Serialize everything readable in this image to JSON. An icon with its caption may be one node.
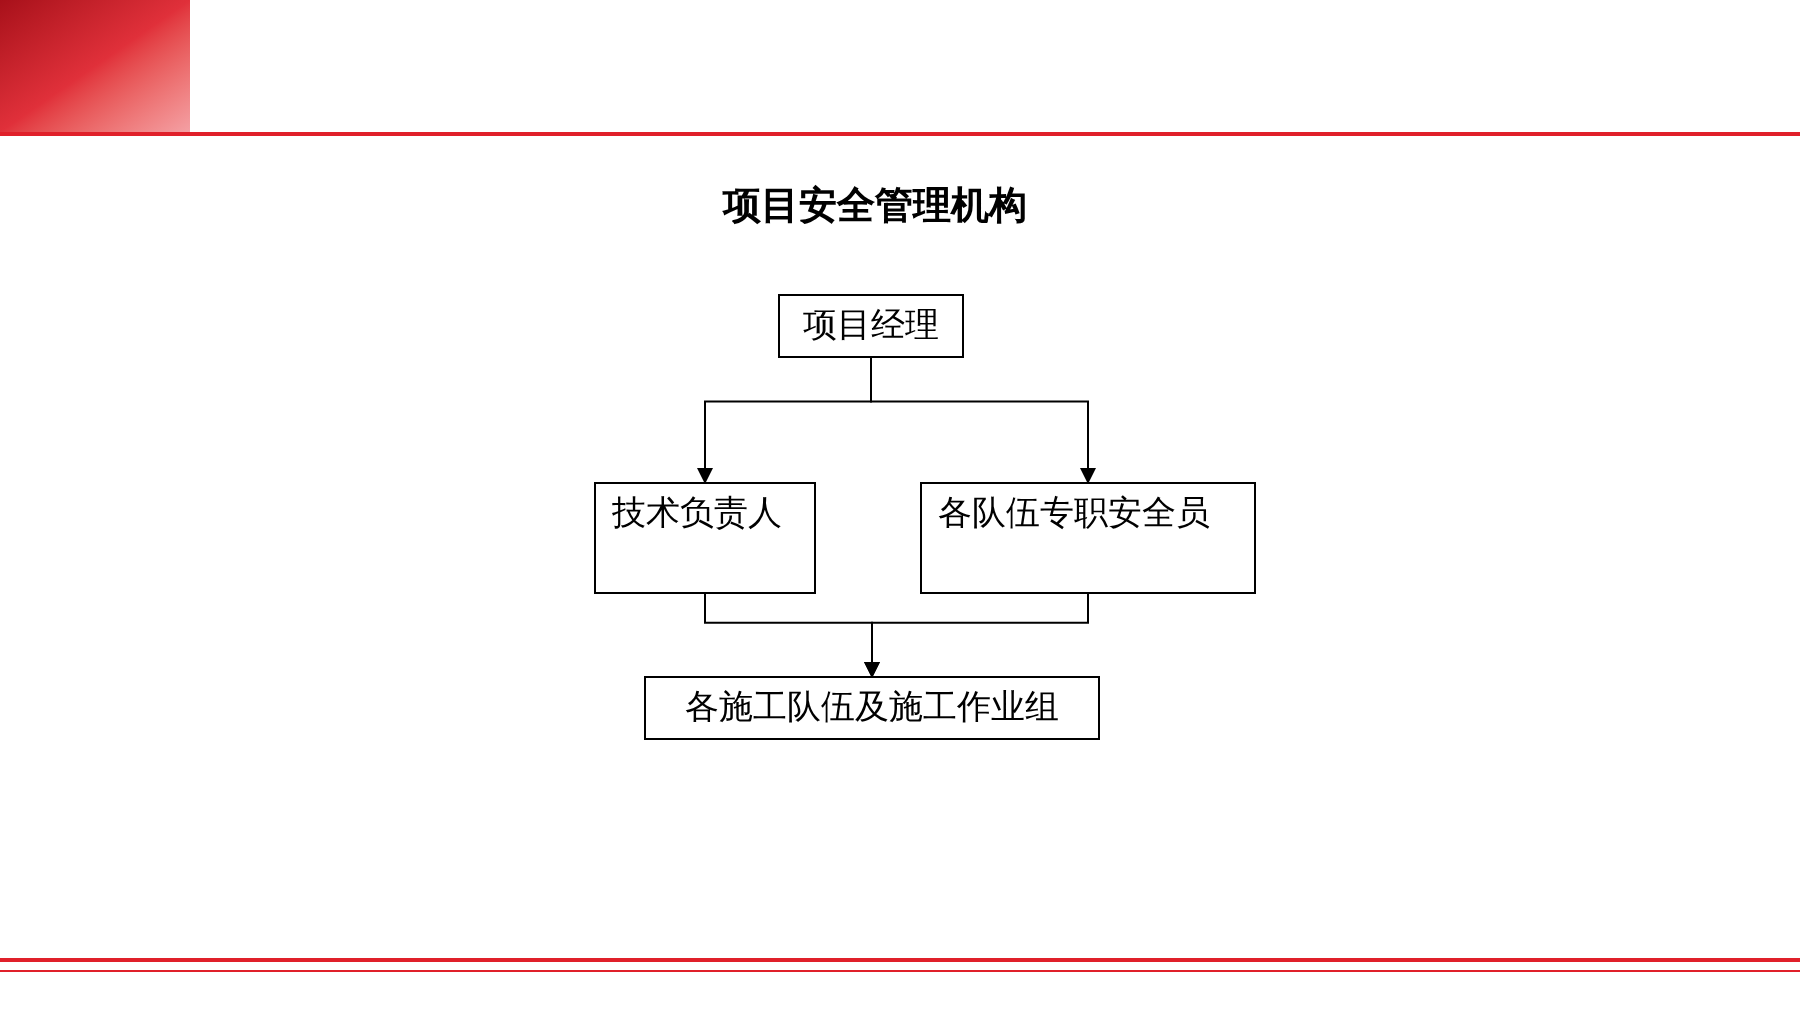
{
  "diagram": {
    "title": "项目安全管理机构",
    "nodes": [
      {
        "text": [
          "项目经理"
        ]
      },
      {
        "text": [
          "技术负责人"
        ]
      },
      {
        "text": [
          "各队伍专职安全员"
        ]
      },
      {
        "text": [
          "各施工队伍及施工作业组"
        ]
      }
    ],
    "edges": [
      {
        "from": 0,
        "to": 1,
        "arrow": "to"
      },
      {
        "from": 0,
        "to": 2,
        "arrow": "to"
      },
      {
        "from": 1,
        "to": 3,
        "arrow": "to"
      },
      {
        "from": 2,
        "to": 3,
        "arrow": "to"
      }
    ]
  }
}
